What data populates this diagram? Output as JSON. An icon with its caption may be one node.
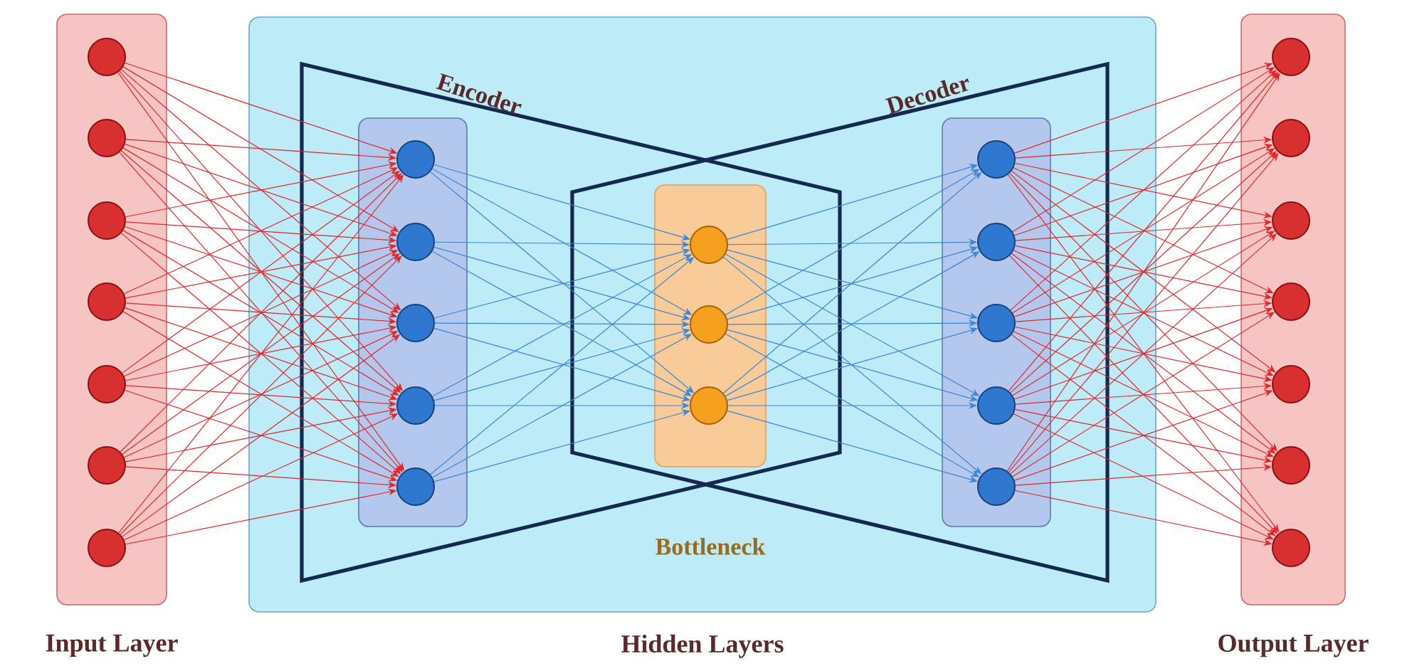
{
  "diagram": {
    "nodes": [
      {
        "text": [
          "Input Layer"
        ]
      },
      {
        "text": [],
        "shape": "circle",
        "in": 0
      },
      {
        "text": [],
        "shape": "circle",
        "in": 0
      },
      {
        "text": [],
        "shape": "circle",
        "in": 0
      },
      {
        "text": [],
        "shape": "circle",
        "in": 0
      },
      {
        "text": [],
        "shape": "circle",
        "in": 0
      },
      {
        "text": [],
        "shape": "circle",
        "in": 0
      },
      {
        "text": [],
        "shape": "circle",
        "in": 0
      },
      {
        "text": [
          "Hidden Layers"
        ]
      },
      {
        "text": [],
        "shape": "box",
        "in": 8
      },
      {
        "text": [],
        "shape": "circle",
        "in": 9
      },
      {
        "text": [],
        "shape": "circle",
        "in": 9
      },
      {
        "text": [],
        "shape": "circle",
        "in": 9
      },
      {
        "text": [],
        "shape": "circle",
        "in": 9
      },
      {
        "text": [],
        "shape": "circle",
        "in": 9
      },
      {
        "text": [
          "Bottleneck"
        ],
        "in": 8
      },
      {
        "text": [],
        "shape": "circle",
        "in": 15
      },
      {
        "text": [],
        "shape": "circle",
        "in": 15
      },
      {
        "text": [],
        "shape": "circle",
        "in": 15
      },
      {
        "text": [],
        "shape": "box",
        "in": 8
      },
      {
        "text": [],
        "shape": "circle",
        "in": 19
      },
      {
        "text": [],
        "shape": "circle",
        "in": 19
      },
      {
        "text": [],
        "shape": "circle",
        "in": 19
      },
      {
        "text": [],
        "shape": "circle",
        "in": 19
      },
      {
        "text": [],
        "shape": "circle",
        "in": 19
      },
      {
        "text": [
          "Output Layer"
        ]
      },
      {
        "text": [],
        "shape": "circle",
        "in": 25
      },
      {
        "text": [],
        "shape": "circle",
        "in": 25
      },
      {
        "text": [],
        "shape": "circle",
        "in": 25
      },
      {
        "text": [],
        "shape": "circle",
        "in": 25
      },
      {
        "text": [],
        "shape": "circle",
        "in": 25
      },
      {
        "text": [],
        "shape": "circle",
        "in": 25
      },
      {
        "text": [],
        "shape": "circle",
        "in": 25
      }
    ],
    "edges": [
      {
        "from": 1,
        "to": 10,
        "arrow": "to"
      },
      {
        "from": 1,
        "to": 11,
        "arrow": "to"
      },
      {
        "from": 1,
        "to": 12,
        "arrow": "to"
      },
      {
        "from": 1,
        "to": 13,
        "arrow": "to"
      },
      {
        "from": 1,
        "to": 14,
        "arrow": "to"
      },
      {
        "from": 2,
        "to": 10,
        "arrow": "to"
      },
      {
        "from": 2,
        "to": 11,
        "arrow": "to"
      },
      {
        "from": 2,
        "to": 12,
        "arrow": "to"
      },
      {
        "from": 2,
        "to": 13,
        "arrow": "to"
      },
      {
        "from": 2,
        "to": 14,
        "arrow": "to"
      },
      {
        "from": 3,
        "to": 10,
        "arrow": "to"
      },
      {
        "from": 3,
        "to": 11,
        "arrow": "to"
      },
      {
        "from": 3,
        "to": 12,
        "arrow": "to"
      },
      {
        "from": 3,
        "to": 13,
        "arrow": "to"
      },
      {
        "from": 3,
        "to": 14,
        "arrow": "to"
      },
      {
        "from": 4,
        "to": 10,
        "arrow": "to"
      },
      {
        "from": 4,
        "to": 11,
        "arrow": "to"
      },
      {
        "from": 4,
        "to": 12,
        "arrow": "to"
      },
      {
        "from": 4,
        "to": 13,
        "arrow": "to"
      },
      {
        "from": 4,
        "to": 14,
        "arrow": "to"
      },
      {
        "from": 5,
        "to": 10,
        "arrow": "to"
      },
      {
        "from": 5,
        "to": 11,
        "arrow": "to"
      },
      {
        "from": 5,
        "to": 12,
        "arrow": "to"
      },
      {
        "from": 5,
        "to": 13,
        "arrow": "to"
      },
      {
        "from": 5,
        "to": 14,
        "arrow": "to"
      },
      {
        "from": 6,
        "to": 10,
        "arrow": "to"
      },
      {
        "from": 6,
        "to": 11,
        "arrow": "to"
      },
      {
        "from": 6,
        "to": 12,
        "arrow": "to"
      },
      {
        "from": 6,
        "to": 13,
        "arrow": "to"
      },
      {
        "from": 6,
        "to": 14,
        "arrow": "to"
      },
      {
        "from": 7,
        "to": 10,
        "arrow": "to"
      },
      {
        "from": 7,
        "to": 11,
        "arrow": "to"
      },
      {
        "from": 7,
        "to": 12,
        "arrow": "to"
      },
      {
        "from": 7,
        "to": 13,
        "arrow": "to"
      },
      {
        "from": 7,
        "to": 14,
        "arrow": "to"
      },
      {
        "from": 10,
        "to": 16,
        "arrow": "to",
        "color": "#3a86d8"
      },
      {
        "from": 10,
        "to": 17,
        "arrow": "to",
        "color": "#3a86d8"
      },
      {
        "from": 10,
        "to": 18,
        "arrow": "to",
        "color": "#3a86d8"
      },
      {
        "from": 11,
        "to": 16,
        "arrow": "to",
        "color": "#3a86d8"
      },
      {
        "from": 11,
        "to": 17,
        "arrow": "to",
        "color": "#3a86d8"
      },
      {
        "from": 11,
        "to": 18,
        "arrow": "to",
        "color": "#3a86d8"
      },
      {
        "from": 12,
        "to": 16,
        "arrow": "to",
        "color": "#3a86d8"
      },
      {
        "from": 12,
        "to": 17,
        "arrow": "to",
        "color": "#3a86d8"
      },
      {
        "from": 12,
        "to": 18,
        "arrow": "to",
        "color": "#3a86d8"
      },
      {
        "from": 13,
        "to": 16,
        "arrow": "to",
        "color": "#3a86d8"
      },
      {
        "from": 13,
        "to": 17,
        "arrow": "to",
        "color": "#3a86d8"
      },
      {
        "from": 13,
        "to": 18,
        "arrow": "to",
        "color": "#3a86d8"
      },
      {
        "from": 14,
        "to": 16,
        "arrow": "to",
        "color": "#3a86d8"
      },
      {
        "from": 14,
        "to": 17,
        "arrow": "to",
        "color": "#3a86d8"
      },
      {
        "from": 14,
        "to": 18,
        "arrow": "to",
        "color": "#3a86d8"
      },
      {
        "from": 16,
        "to": 20,
        "arrow": "to",
        "color": "#3a86d8"
      },
      {
        "from": 16,
        "to": 21,
        "arrow": "to",
        "color": "#3a86d8"
      },
      {
        "from": 16,
        "to": 22,
        "arrow": "to",
        "color": "#3a86d8"
      },
      {
        "from": 16,
        "to": 23,
        "arrow": "to",
        "color": "#3a86d8"
      },
      {
        "from": 16,
        "to": 24,
        "arrow": "to",
        "color": "#3a86d8"
      },
      {
        "from": 17,
        "to": 20,
        "arrow": "to",
        "color": "#3a86d8"
      },
      {
        "from": 17,
        "to": 21,
        "arrow": "to",
        "color": "#3a86d8"
      },
      {
        "from": 17,
        "to": 22,
        "arrow": "to",
        "color": "#3a86d8"
      },
      {
        "from": 17,
        "to": 23,
        "arrow": "to",
        "color": "#3a86d8"
      },
      {
        "from": 17,
        "to": 24,
        "arrow": "to",
        "color": "#3a86d8"
      },
      {
        "from": 18,
        "to": 20,
        "arrow": "to",
        "color": "#3a86d8"
      },
      {
        "from": 18,
        "to": 21,
        "arrow": "to",
        "color": "#3a86d8"
      },
      {
        "from": 18,
        "to": 22,
        "arrow": "to",
        "color": "#3a86d8"
      },
      {
        "from": 18,
        "to": 23,
        "arrow": "to",
        "color": "#3a86d8"
      },
      {
        "from": 18,
        "to": 24,
        "arrow": "to",
        "color": "#3a86d8"
      },
      {
        "from": 20,
        "to": 26,
        "arrow": "to"
      },
      {
        "from": 20,
        "to": 27,
        "arrow": "to"
      },
      {
        "from": 20,
        "to": 28,
        "arrow": "to"
      },
      {
        "from": 20,
        "to": 29,
        "arrow": "to"
      },
      {
        "from": 20,
        "to": 30,
        "arrow": "to"
      },
      {
        "from": 20,
        "to": 31,
        "arrow": "to"
      },
      {
        "from": 20,
        "to": 32,
        "arrow": "to"
      },
      {
        "from": 21,
        "to": 26,
        "arrow": "to"
      },
      {
        "from": 21,
        "to": 27,
        "arrow": "to"
      },
      {
        "from": 21,
        "to": 28,
        "arrow": "to"
      },
      {
        "from": 21,
        "to": 29,
        "arrow": "to"
      },
      {
        "from": 21,
        "to": 30,
        "arrow": "to"
      },
      {
        "from": 21,
        "to": 31,
        "arrow": "to"
      },
      {
        "from": 21,
        "to": 32,
        "arrow": "to"
      },
      {
        "from": 22,
        "to": 26,
        "arrow": "to"
      },
      {
        "from": 22,
        "to": 27,
        "arrow": "to"
      },
      {
        "from": 22,
        "to": 28,
        "arrow": "to"
      },
      {
        "from": 22,
        "to": 29,
        "arrow": "to"
      },
      {
        "from": 22,
        "to": 30,
        "arrow": "to"
      },
      {
        "from": 22,
        "to": 31,
        "arrow": "to"
      },
      {
        "from": 22,
        "to": 32,
        "arrow": "to"
      },
      {
        "from": 23,
        "to": 26,
        "arrow": "to"
      },
      {
        "from": 23,
        "to": 27,
        "arrow": "to"
      },
      {
        "from": 23,
        "to": 28,
        "arrow": "to"
      },
      {
        "from": 23,
        "to": 29,
        "arrow": "to"
      },
      {
        "from": 23,
        "to": 30,
        "arrow": "to"
      },
      {
        "from": 23,
        "to": 31,
        "arrow": "to"
      },
      {
        "from": 23,
        "to": 32,
        "arrow": "to"
      },
      {
        "from": 24,
        "to": 26,
        "arrow": "to"
      },
      {
        "from": 24,
        "to": 27,
        "arrow": "to"
      },
      {
        "from": 24,
        "to": 28,
        "arrow": "to"
      },
      {
        "from": 24,
        "to": 29,
        "arrow": "to"
      },
      {
        "from": 24,
        "to": 30,
        "arrow": "to"
      },
      {
        "from": 24,
        "to": 31,
        "arrow": "to"
      },
      {
        "from": 24,
        "to": 32,
        "arrow": "to"
      }
    ],
    "labels": [
      "Encoder",
      "Decoder"
    ]
  }
}
